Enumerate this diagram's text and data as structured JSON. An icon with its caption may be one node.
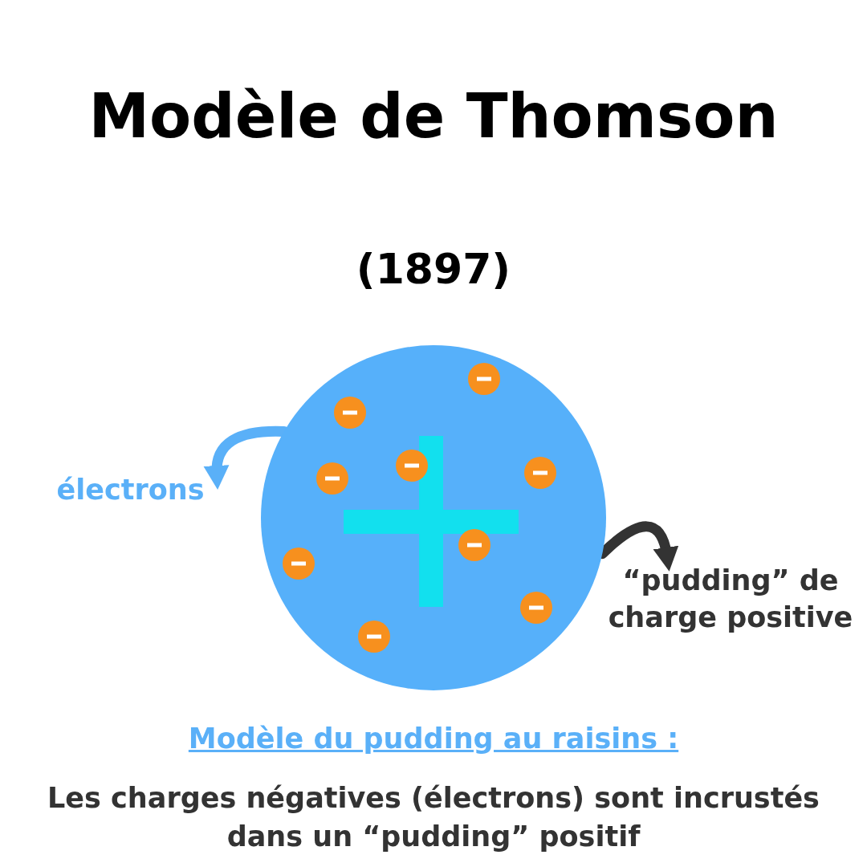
{
  "diagram": {
    "title": "Modèle de Thomson",
    "nodes": [
      {
        "text": [],
        "shape": "circle"
      },
      {
        "text": [
          "électrons"
        ]
      },
      {
        "text": [
          "“pudding” de charge positive"
        ]
      }
    ],
    "edges": [
      {
        "from": 0,
        "to": 1,
        "arrow": "to",
        "color": "#5ab0f8"
      },
      {
        "from": 0,
        "to": 2,
        "arrow": "to",
        "color": "#333333"
      }
    ],
    "labels": [
      "(1897)",
      "Modèle du pudding au raisins :",
      "Les charges négatives (électrons) sont incrustés dans un “pudding” positif"
    ]
  }
}
